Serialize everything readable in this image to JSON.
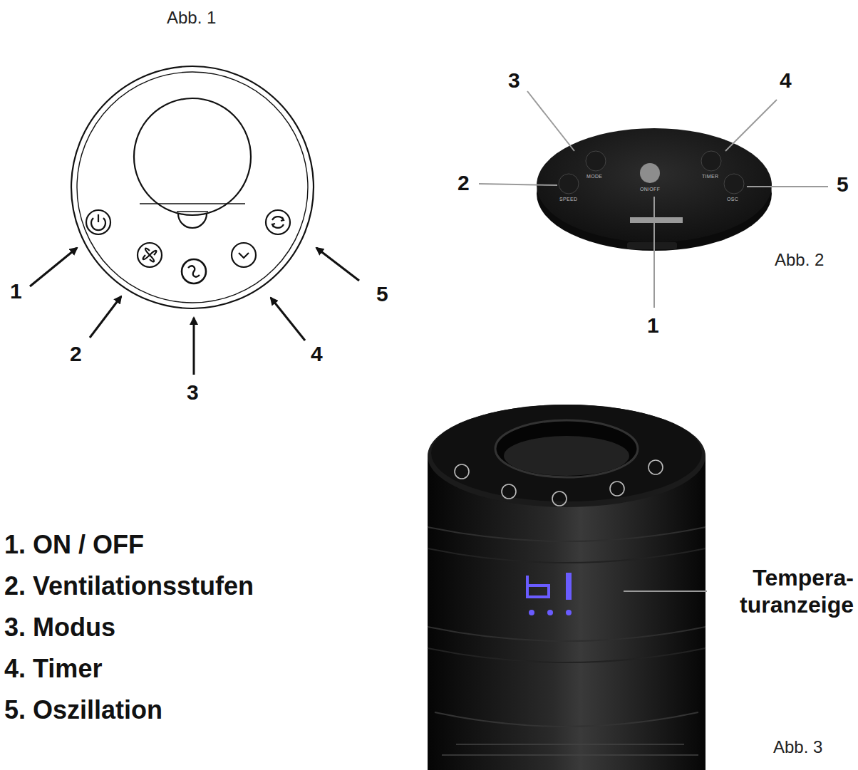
{
  "diagram": {
    "labels": [
      "Abb. 1",
      "1",
      "2",
      "3",
      "4",
      "5",
      "3",
      "4",
      "2",
      "5",
      "1",
      "Abb. 2",
      "SPEED",
      "MODE",
      "ON/OFF",
      "TIMER",
      "OSC",
      "1. ON / OFF",
      "2. Ventilationsstufen",
      "3. Modus",
      "4. Timer",
      "5. Oszillation",
      "Tempera- turanzeige",
      "Abb. 3"
    ]
  }
}
